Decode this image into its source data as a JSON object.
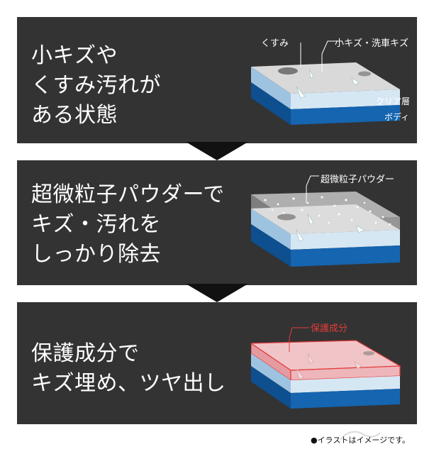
{
  "panels": [
    {
      "heading": [
        "小キズや",
        "くすみ汚れが",
        "ある状態"
      ],
      "callouts": [
        "くすみ",
        "小キズ・洗車キズ"
      ],
      "layers": [
        "クリア層",
        "ボディ"
      ]
    },
    {
      "heading": [
        "超微粒子パウダーで",
        "キズ・汚れを",
        "しっかり除去"
      ],
      "callouts": [
        "超微粒子パウダー"
      ]
    },
    {
      "heading": [
        "保護成分で",
        "キズ埋め、ツヤ出し"
      ],
      "callouts": [
        "保護成分"
      ]
    }
  ],
  "colors": {
    "panel_bg": "#333333",
    "clear_coat": "#cfe1f0",
    "body_blue": "#1565b0",
    "protect_red": "#e23b3b",
    "protect_fill": "#eeb6ba"
  },
  "footnote": "●イラストはイメージです。"
}
